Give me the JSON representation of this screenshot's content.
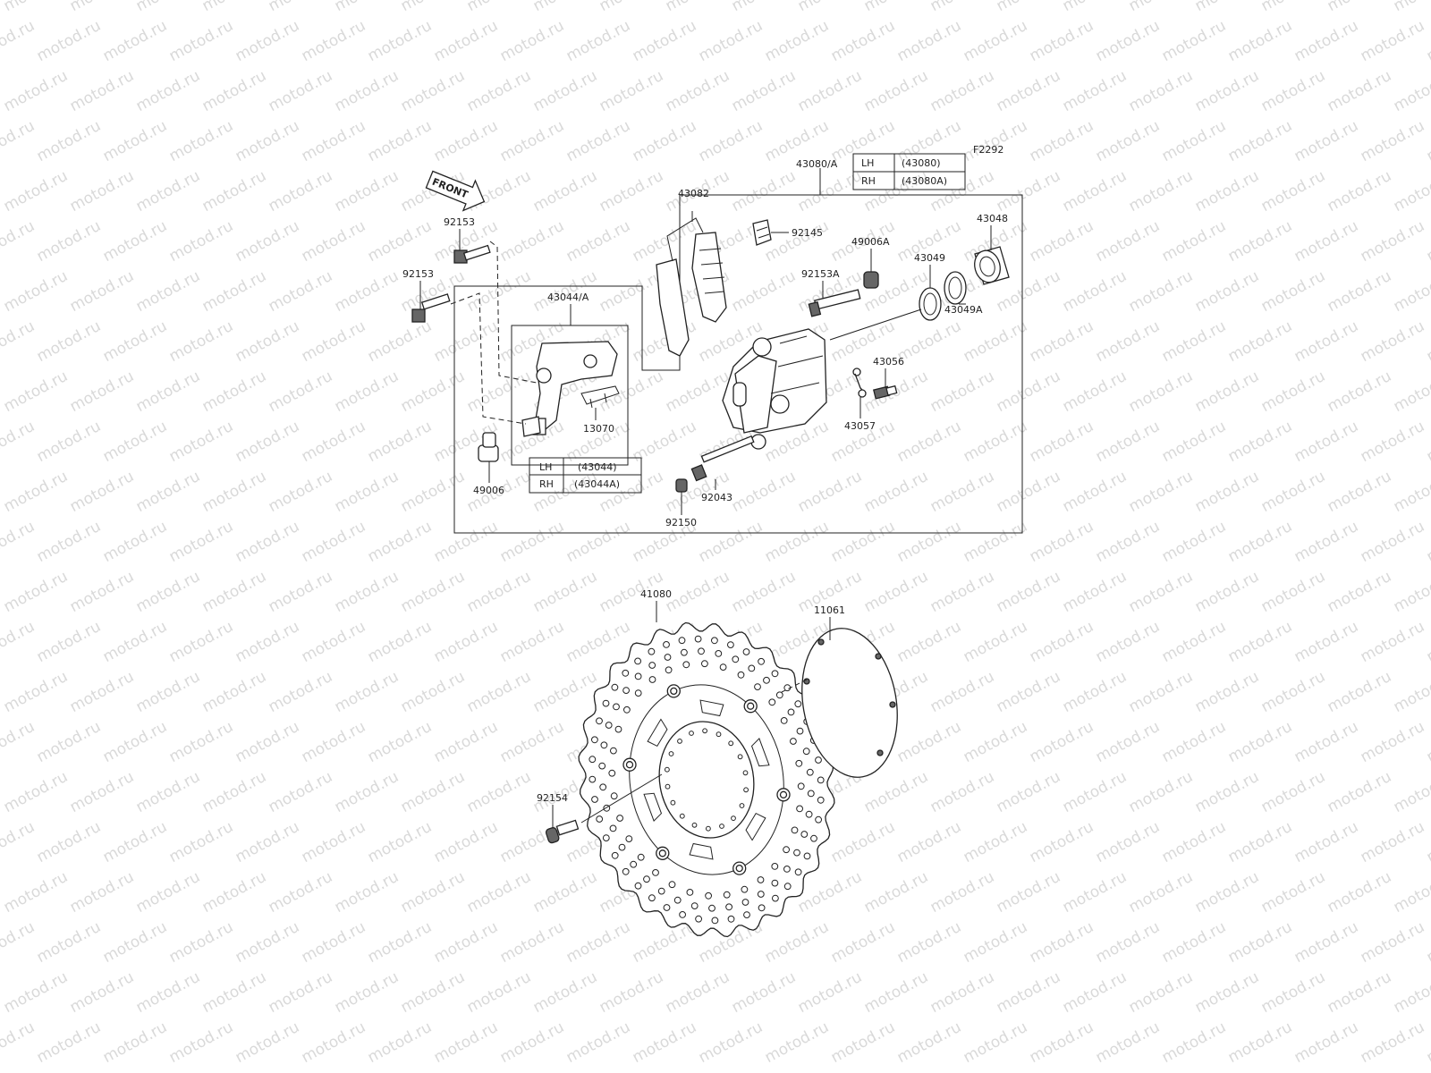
{
  "watermark": "motod.ru",
  "figure_code": "F2292",
  "front_arrow": "FRONT",
  "callouts": {
    "c92153a": "92153",
    "c92153b": "92153",
    "c43044": "43044/A",
    "c13070": "13070",
    "c49006": "49006",
    "c43082": "43082",
    "c43080": "43080/A",
    "c92145": "92145",
    "c49006A": "49006A",
    "c92153A": "92153A",
    "c43049": "43049",
    "c43048": "43048",
    "c43049A": "43049A",
    "c43056": "43056",
    "c43057": "43057",
    "c92043": "92043",
    "c92150": "92150",
    "c41080": "41080",
    "c11061": "11061",
    "c92154": "92154"
  },
  "table_43080": [
    {
      "side": "LH",
      "part": "(43080)"
    },
    {
      "side": "RH",
      "part": "(43080A)"
    }
  ],
  "table_43044": [
    {
      "side": "LH",
      "part": "(43044)"
    },
    {
      "side": "RH",
      "part": "(43044A)"
    }
  ]
}
